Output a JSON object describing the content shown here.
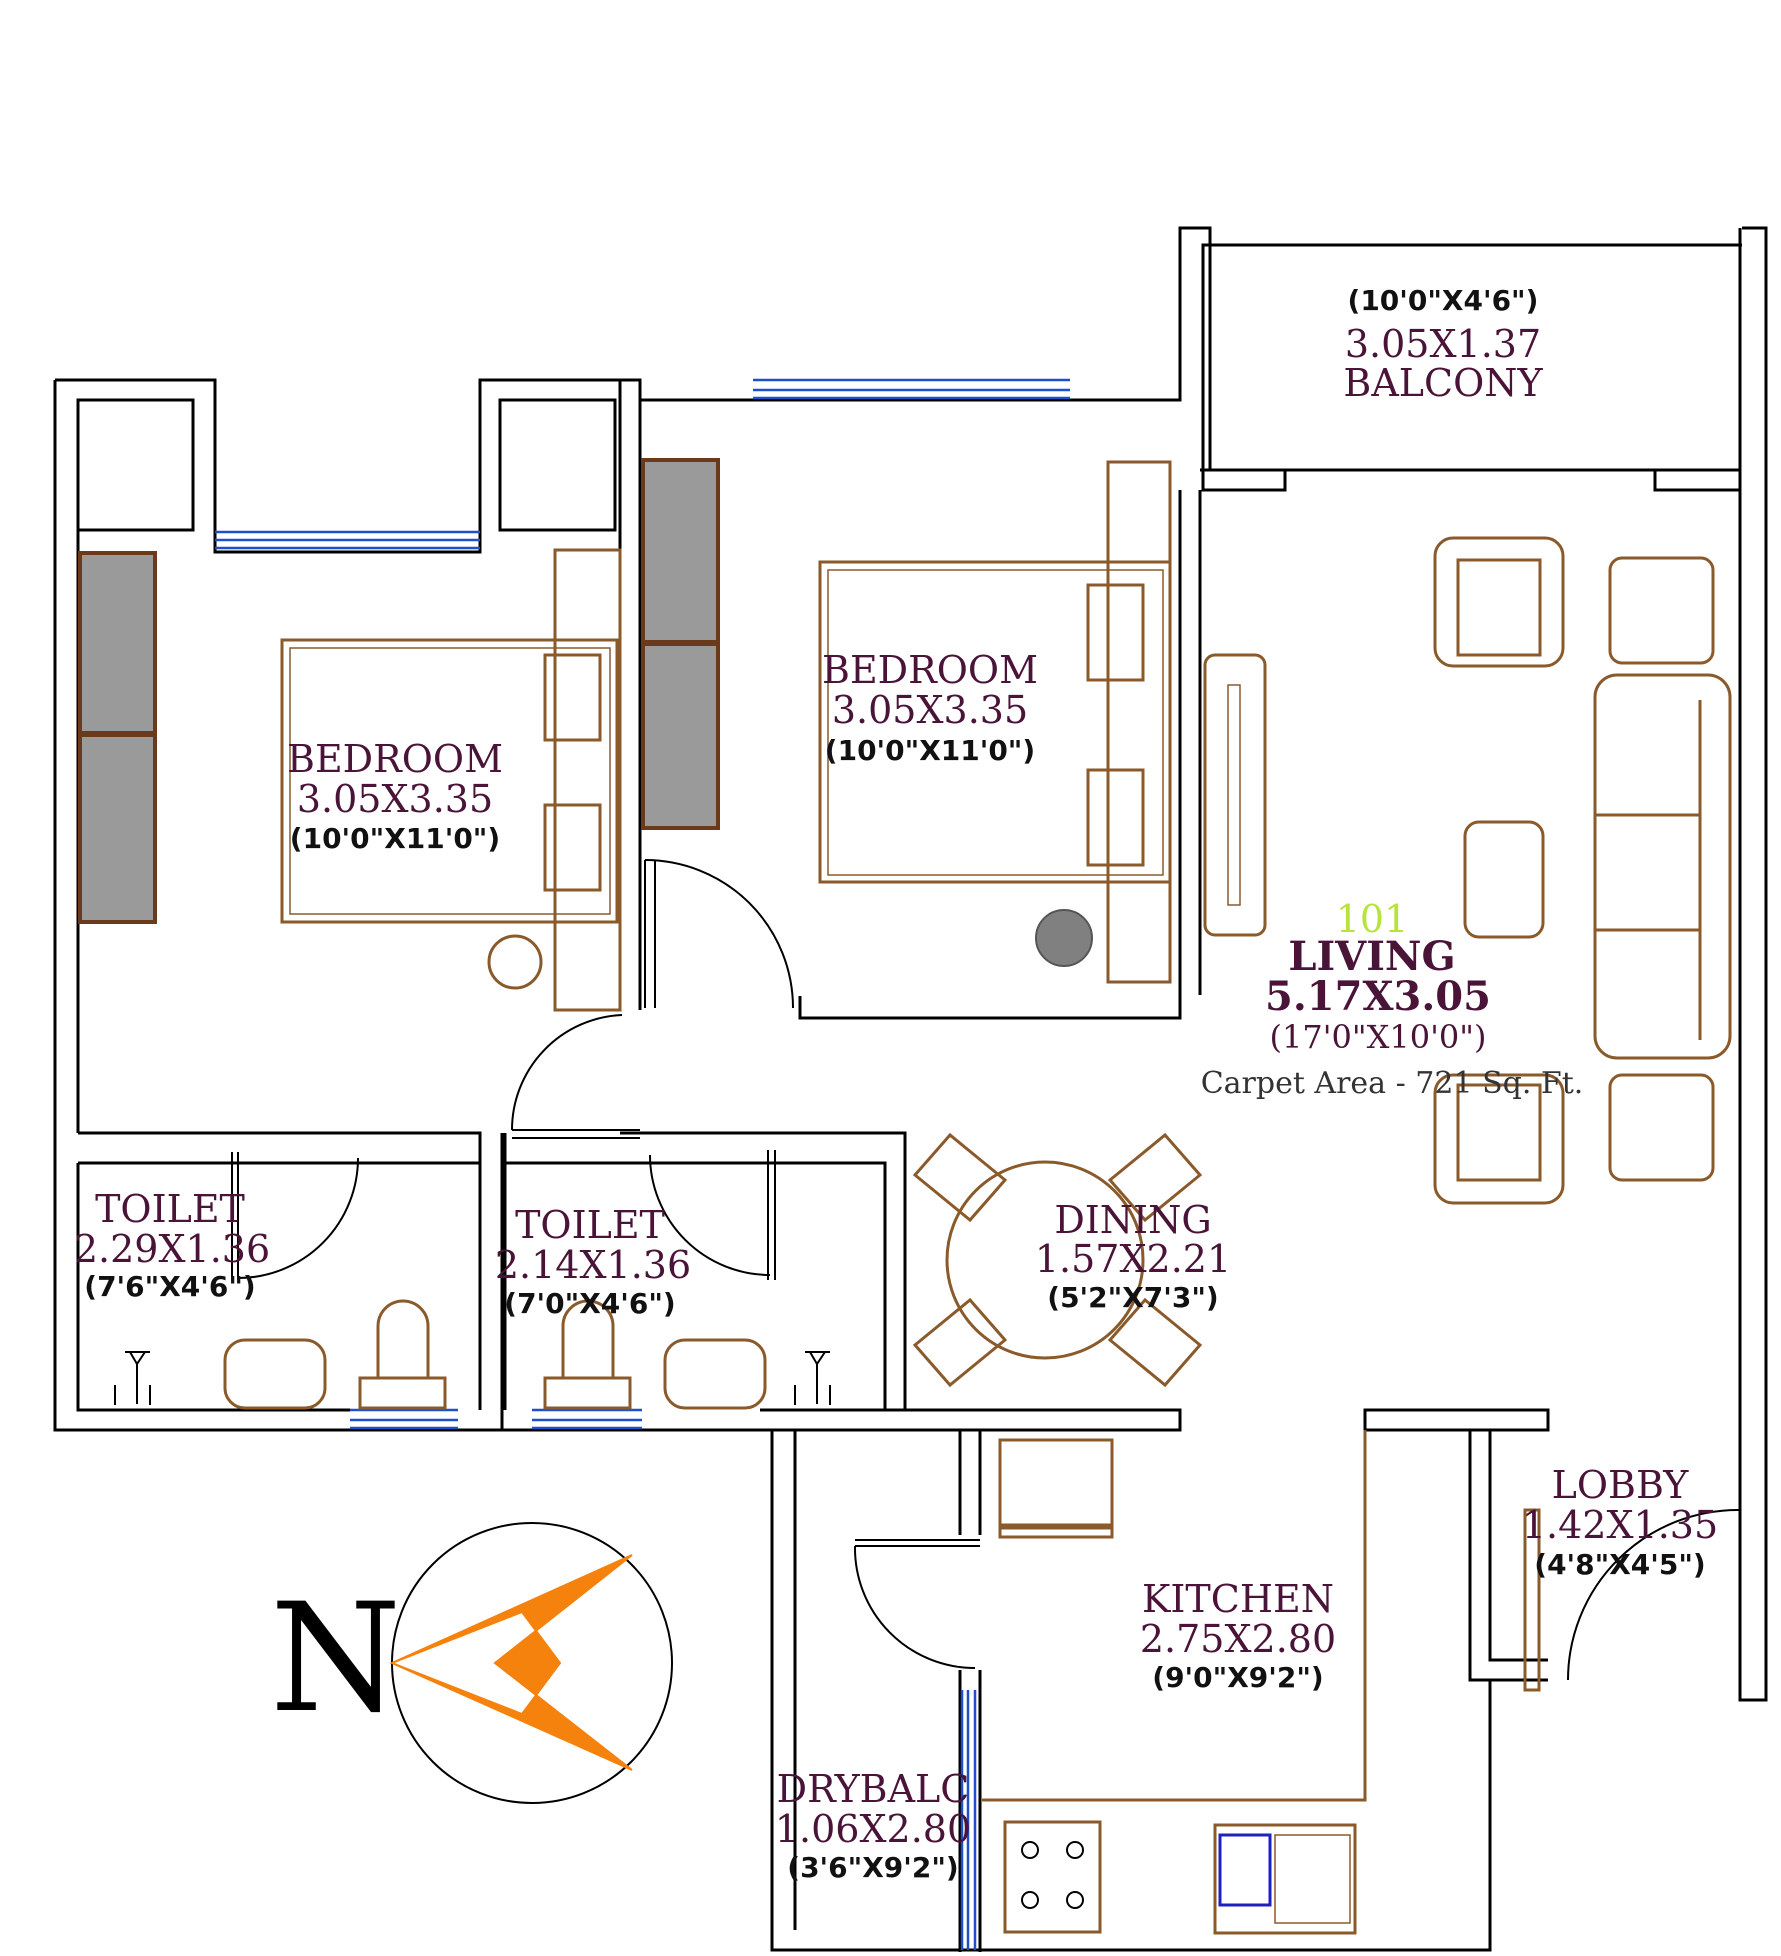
{
  "unit_number": "101",
  "carpet_area": "Carpet Area - 721 Sq. Ft.",
  "north_label": "N",
  "colors": {
    "room_label": "#4a1438",
    "unit_number": "#b7e33a",
    "furniture": "#8a5a2b",
    "window": "#1f4fc9",
    "compass_arrow": "#f5820d"
  },
  "rooms": {
    "balcony": {
      "imperial": "(10'0\"X4'6\")",
      "metric": "3.05X1.37",
      "name": "BALCONY"
    },
    "bedroom_1": {
      "name": "BEDROOM",
      "metric": "3.05X3.35",
      "imperial": "(10'0\"X11'0\")"
    },
    "bedroom_2": {
      "name": "BEDROOM",
      "metric": "3.05X3.35",
      "imperial": "(10'0\"X11'0\")"
    },
    "living": {
      "name": "LIVING",
      "metric": "5.17X3.05",
      "imperial": "(17'0\"X10'0\")"
    },
    "toilet_1": {
      "name": "TOILET",
      "metric": "2.29X1.36",
      "imperial": "(7'6\"X4'6\")"
    },
    "toilet_2": {
      "name": "TOILET",
      "metric": "2.14X1.36",
      "imperial": "(7'0\"X4'6\")"
    },
    "dining": {
      "name": "DINING",
      "metric": "1.57X2.21",
      "imperial": "(5'2\"X7'3\")"
    },
    "lobby": {
      "name": "LOBBY",
      "metric": "1.42X1.35",
      "imperial": "(4'8\"X4'5\")"
    },
    "kitchen": {
      "name": "KITCHEN",
      "metric": "2.75X2.80",
      "imperial": "(9'0\"X9'2\")"
    },
    "drybalc": {
      "name": "DRYBALC",
      "metric": "1.06X2.80",
      "imperial": "(3'6\"X9'2\")"
    }
  }
}
